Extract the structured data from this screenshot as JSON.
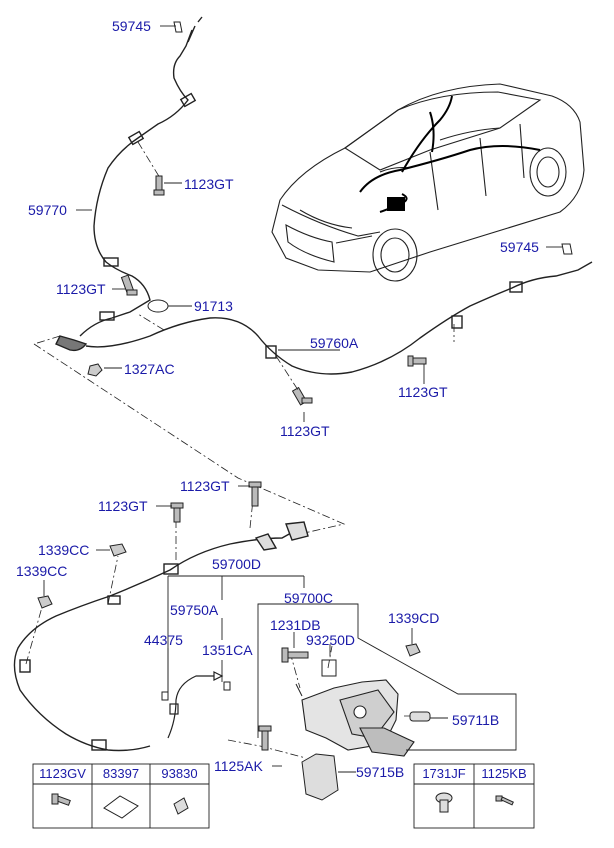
{
  "labels": {
    "p59745_top": "59745",
    "p1123GT_a": "1123GT",
    "p59770": "59770",
    "p1123GT_b": "1123GT",
    "p91713": "91713",
    "p59760A": "59760A",
    "p1327AC": "1327AC",
    "p1123GT_c": "1123GT",
    "p1123GT_d": "1123GT",
    "p59745_right": "59745",
    "p1123GT_e": "1123GT",
    "p1123GT_f": "1123GT",
    "p1339CC_a": "1339CC",
    "p1339CC_b": "1339CC",
    "p59700D": "59700D",
    "p59750A": "59750A",
    "p59700C": "59700C",
    "p44375": "44375",
    "p1351CA": "1351CA",
    "p1231DB": "1231DB",
    "p93250D": "93250D",
    "p1339CD": "1339CD",
    "p59711B": "59711B",
    "p1125AK": "1125AK",
    "p59715B": "59715B"
  },
  "table_left": {
    "headers": [
      "1123GV",
      "83397",
      "93830"
    ],
    "icons": [
      "bolt-icon",
      "pad-icon",
      "clip-icon"
    ]
  },
  "table_right": {
    "headers": [
      "1731JF",
      "1125KB"
    ],
    "icons": [
      "plug-icon",
      "bolt-icon"
    ]
  },
  "colors": {
    "label": "#1a1aa8",
    "line": "#000000",
    "part": "#333333"
  }
}
